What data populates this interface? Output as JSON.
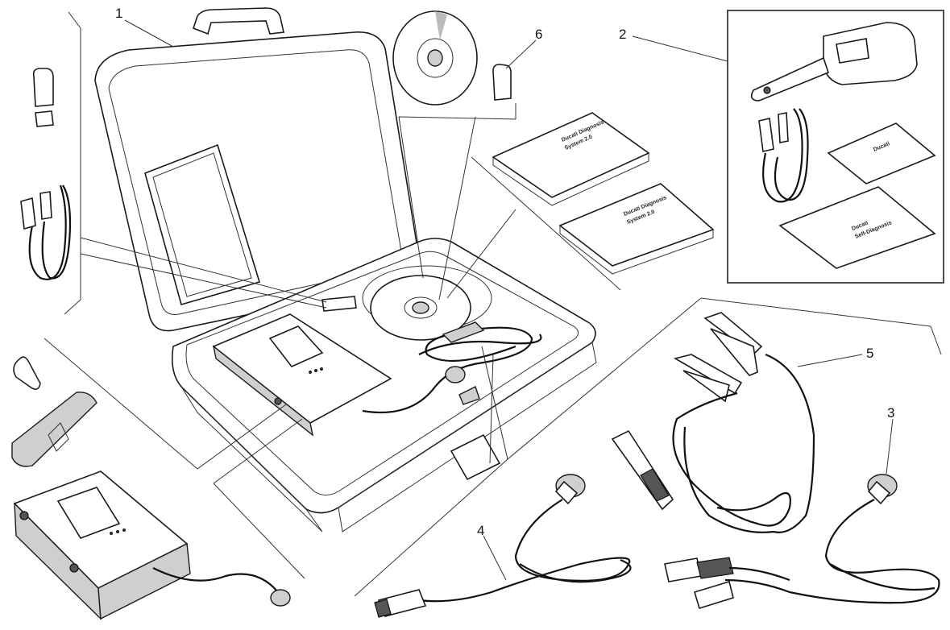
{
  "diagram": {
    "callouts": [
      {
        "id": "callout-1",
        "label": "1"
      },
      {
        "id": "callout-2",
        "label": "2"
      },
      {
        "id": "callout-3",
        "label": "3"
      },
      {
        "id": "callout-4",
        "label": "4"
      },
      {
        "id": "callout-5",
        "label": "5"
      },
      {
        "id": "callout-6",
        "label": "6"
      }
    ],
    "manuals": {
      "manual_1_lines": [
        "Ducati Diagnosis",
        "System 2.0"
      ],
      "manual_2_lines": [
        "Ducati Diagnosis",
        "System 2.0"
      ],
      "manual_3_lines": [
        "Ducati"
      ],
      "manual_4_lines": [
        "Ducati",
        "Self-Diagnosis"
      ]
    }
  }
}
